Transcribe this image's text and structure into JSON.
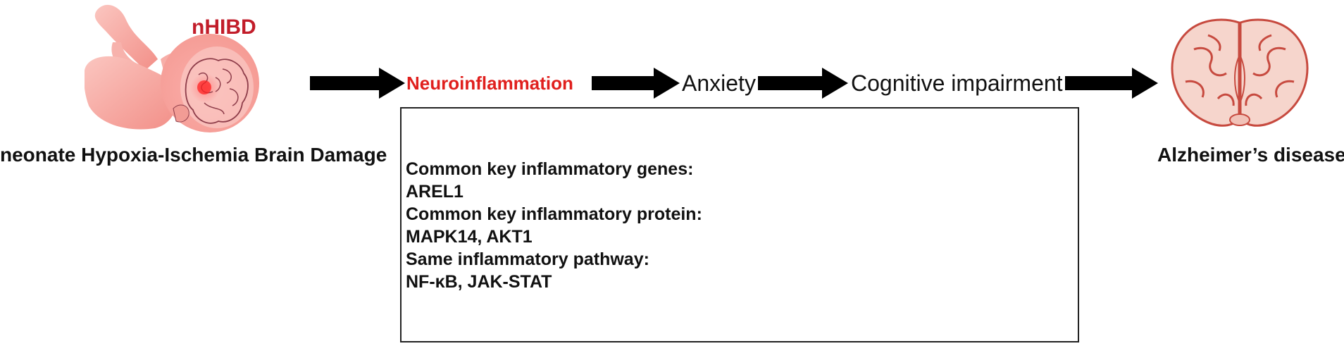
{
  "left_group": {
    "badge": "nHIBD",
    "name": "neonate Hypoxia-Ischemia Brain Damage",
    "illustration_icon": "neonate-brain-illustration"
  },
  "right_group": {
    "name": "Alzheimer’s disease",
    "illustration_icon": "brain-cross-section-illustration"
  },
  "pathway": {
    "stages": [
      "Neuroinflammation",
      "Anxiety",
      "Cognitive impairment"
    ],
    "stage_colors": {
      "highlight": "#e0201e",
      "default": "#111111"
    }
  },
  "findings_box": {
    "lines": [
      "Common key inflammatory genes:",
      "AREL1",
      "Common key inflammatory protein:",
      "MAPK14, AKT1",
      "Same inflammatory pathway:",
      "NF-κB, JAK-STAT"
    ]
  },
  "colors": {
    "accent_red": "#c21d2a",
    "arrow": "#000000",
    "illustration_pink": "#f6a7a3"
  }
}
